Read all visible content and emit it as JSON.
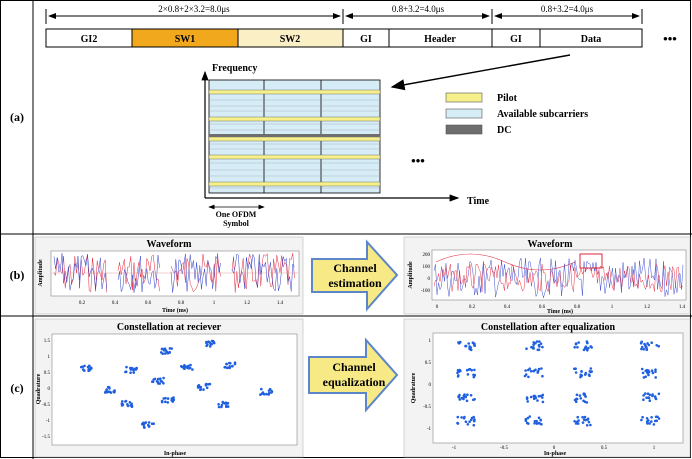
{
  "rows": {
    "a": "(a)",
    "b": "(b)",
    "c": "(c)"
  },
  "frame": {
    "dim1": "2×0.8+2×3.2=8.0μs",
    "dim2": "0.8+3.2=4.0μs",
    "dim3": "0.8+3.2=4.0μs",
    "segments": [
      "GI2",
      "SW1",
      "SW2",
      "GI",
      "Header",
      "GI",
      "Data"
    ],
    "more": "•••"
  },
  "grid": {
    "ylabel": "Frequency",
    "xlabel": "Time",
    "symbol_label_1": "One OFDM",
    "symbol_label_2": "Symbol",
    "more": "•••"
  },
  "legend": [
    {
      "label": "Pilot",
      "color": "#f5f08a"
    },
    {
      "label": "Available subcarriers",
      "color": "#d6ecf6"
    },
    {
      "label": "DC",
      "color": "#6e6e6e"
    }
  ],
  "waveform_left": {
    "title": "Waveform",
    "ylabel": "Amplitude",
    "xlabel": "Time (ms)",
    "ticks": [
      "0.2",
      "0.4",
      "0.6",
      "0.8",
      "1",
      "1.2",
      "1.4"
    ]
  },
  "arrow_b": {
    "line1": "Channel",
    "line2": "estimation"
  },
  "waveform_right": {
    "title": "Waveform",
    "ylabel": "Amplitude",
    "xlabel": "Time (ms)",
    "ticks": [
      "0",
      "0.2",
      "0.4",
      "0.6",
      "0.8",
      "1",
      "1.2",
      "1.4"
    ],
    "yticks": [
      "200",
      "100",
      "0",
      "-100"
    ]
  },
  "const_left": {
    "title": "Constellation at reciever",
    "ylabel": "Quadrature",
    "xlabel": "In-phase",
    "yticks": [
      "1.5",
      "1",
      "0.5",
      "0",
      "-0.5",
      "-1",
      "-1.5"
    ]
  },
  "arrow_c": {
    "line1": "Channel",
    "line2": "equalization"
  },
  "const_right": {
    "title": "Constellation after equalization",
    "ylabel": "Quadrature",
    "xlabel": "In-phase",
    "yticks": [
      "1",
      "0.5",
      "0",
      "-0.5",
      "-1"
    ],
    "xticks": [
      "-1",
      "-0.5",
      "0",
      "0.5",
      "1"
    ]
  },
  "colors": {
    "sw1": "#f2a81d",
    "sw2": "#fbefc6",
    "arrow_fill": "#f7ea86",
    "arrow_border": "#5b86c8",
    "points": "#1f5fe0"
  }
}
